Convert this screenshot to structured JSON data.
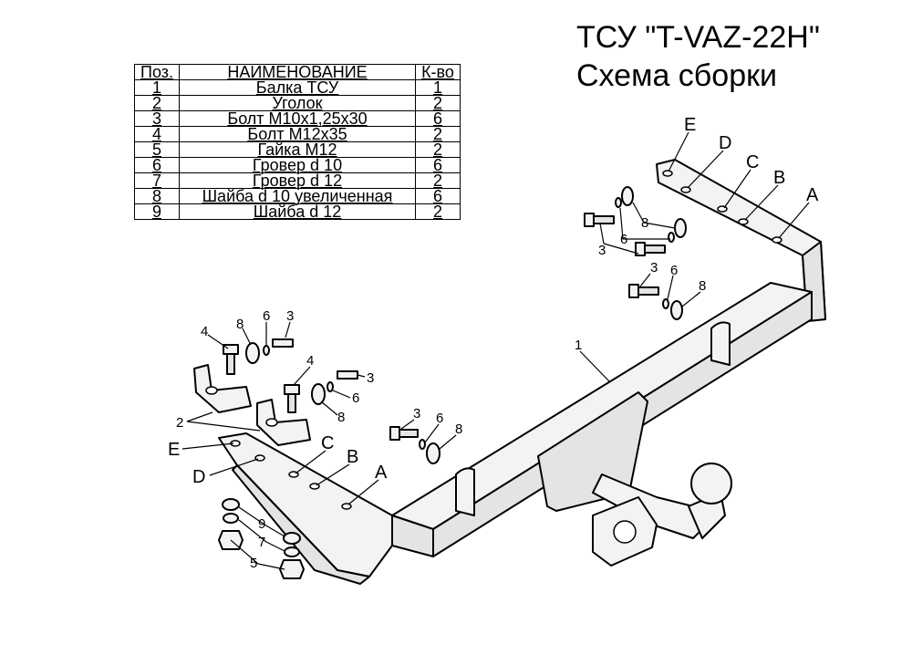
{
  "title": {
    "line1": "ТСУ \"T-VAZ-22H\"",
    "line2": "Схема сборки"
  },
  "table": {
    "headers": [
      "Поз.",
      "НАИМЕНОВАНИЕ",
      "К-во"
    ],
    "rows": [
      {
        "pos": "1",
        "name": "Балка ТСУ",
        "qty": "1"
      },
      {
        "pos": "2",
        "name": "Уголок",
        "qty": "2"
      },
      {
        "pos": "3",
        "name": "Болт М10х1,25х30",
        "qty": "6"
      },
      {
        "pos": "4",
        "name": "Болт М12х35",
        "qty": "2"
      },
      {
        "pos": "5",
        "name": "Гайка М12",
        "qty": "2"
      },
      {
        "pos": "6",
        "name": "Гровер d 10",
        "qty": "6"
      },
      {
        "pos": "7",
        "name": "Гровер d 12",
        "qty": "2"
      },
      {
        "pos": "8",
        "name": "Шайба d 10 увеличенная",
        "qty": "6"
      },
      {
        "pos": "9",
        "name": "Шайба d 12",
        "qty": "2"
      }
    ]
  },
  "callouts": {
    "n1": "1",
    "n2": "2",
    "n3": "3",
    "n4": "4",
    "n5": "5",
    "n6": "6",
    "n7": "7",
    "n8": "8",
    "n9": "9",
    "A": "A",
    "B": "B",
    "C": "C",
    "D": "D",
    "E": "E"
  }
}
